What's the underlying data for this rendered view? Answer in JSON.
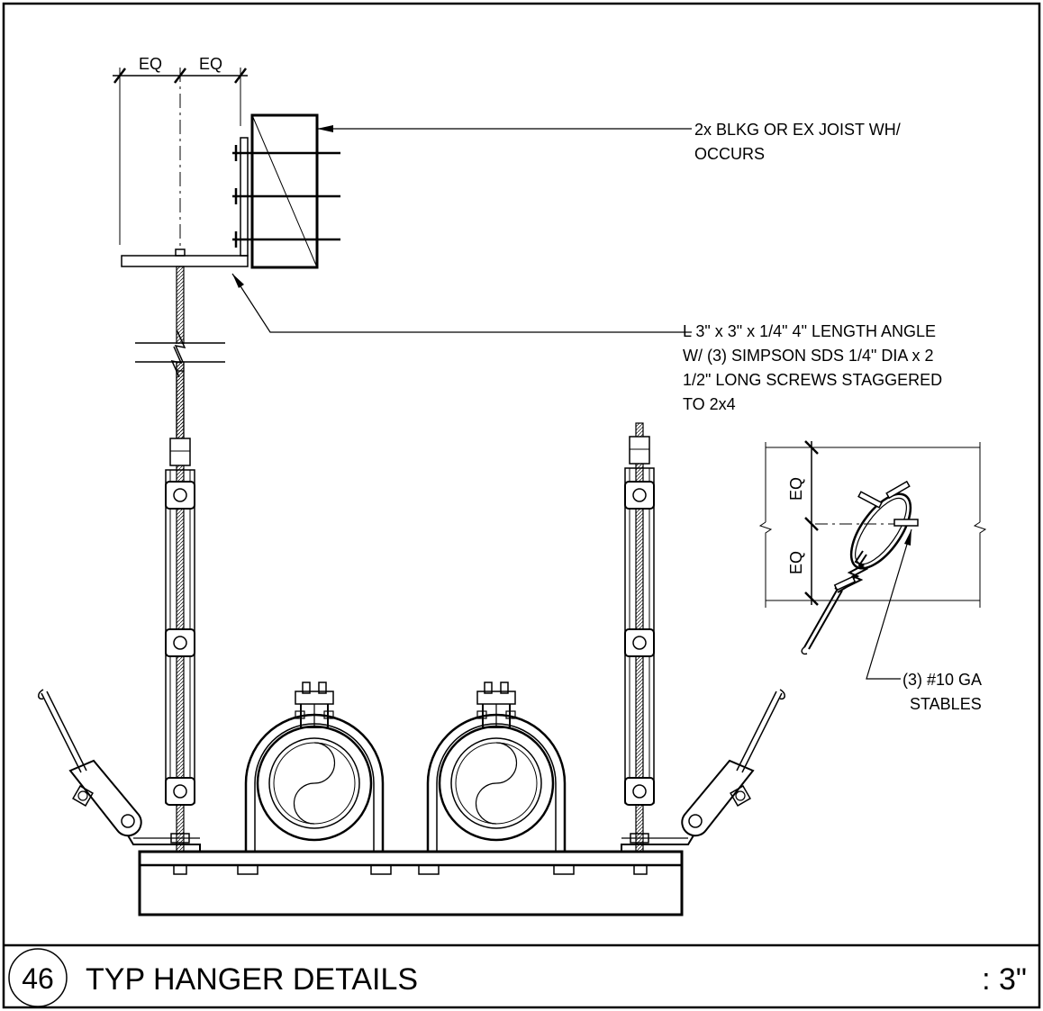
{
  "detail": {
    "number": "46",
    "title": "TYP HANGER DETAILS",
    "scale": ": 3\""
  },
  "annotations": {
    "eq_left": "EQ",
    "eq_right": "EQ",
    "eq_upper": "EQ",
    "eq_lower": "EQ",
    "blocking_line1": "2x BLKG OR EX JOIST WH/",
    "blocking_line2": "OCCURS",
    "angle_line1": "L 3\" x 3\" x 1/4\"  4\" LENGTH ANGLE",
    "angle_line2": "W/ (3) SIMPSON SDS 1/4\" DIA x 2",
    "angle_line3": "1/2\" LONG SCREWS STAGGERED",
    "angle_line4": "TO 2x4",
    "staples_line1": "(3) #10 GA",
    "staples_line2": "STABLES"
  }
}
